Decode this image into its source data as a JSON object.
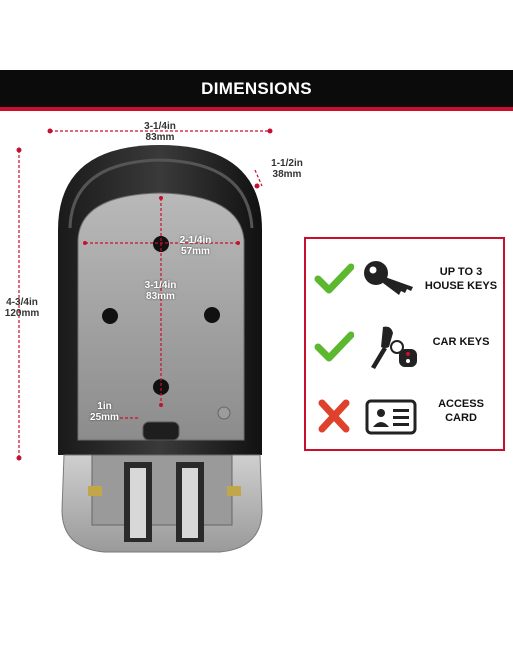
{
  "banner": {
    "title": "DIMENSIONS"
  },
  "dimensions": {
    "width": {
      "line1": "3-1/4in",
      "line2": "83mm"
    },
    "depth": {
      "line1": "1-1/2in",
      "line2": "38mm"
    },
    "height": {
      "line1": "4-3/4in",
      "line2": "120mm"
    },
    "inner_width": {
      "line1": "2-1/4in",
      "line2": "57mm"
    },
    "inner_height": {
      "line1": "3-1/4in",
      "line2": "83mm"
    },
    "inner_depth": {
      "line1": "1in",
      "line2": "25mm"
    }
  },
  "legend": {
    "items": [
      {
        "line1": "UP TO 3",
        "line2": "HOUSE KEYS",
        "status": "allowed",
        "icon": "house-key-icon"
      },
      {
        "line1": "CAR KEYS",
        "line2": "",
        "status": "allowed",
        "icon": "car-key-icon"
      },
      {
        "line1": "ACCESS",
        "line2": "CARD",
        "status": "not-allowed",
        "icon": "access-card-icon"
      }
    ]
  },
  "colors": {
    "accent_red": "#c8102e",
    "check_green": "#5cb82e",
    "cross_red": "#e0412d",
    "banner_black": "#0b0b0b"
  }
}
